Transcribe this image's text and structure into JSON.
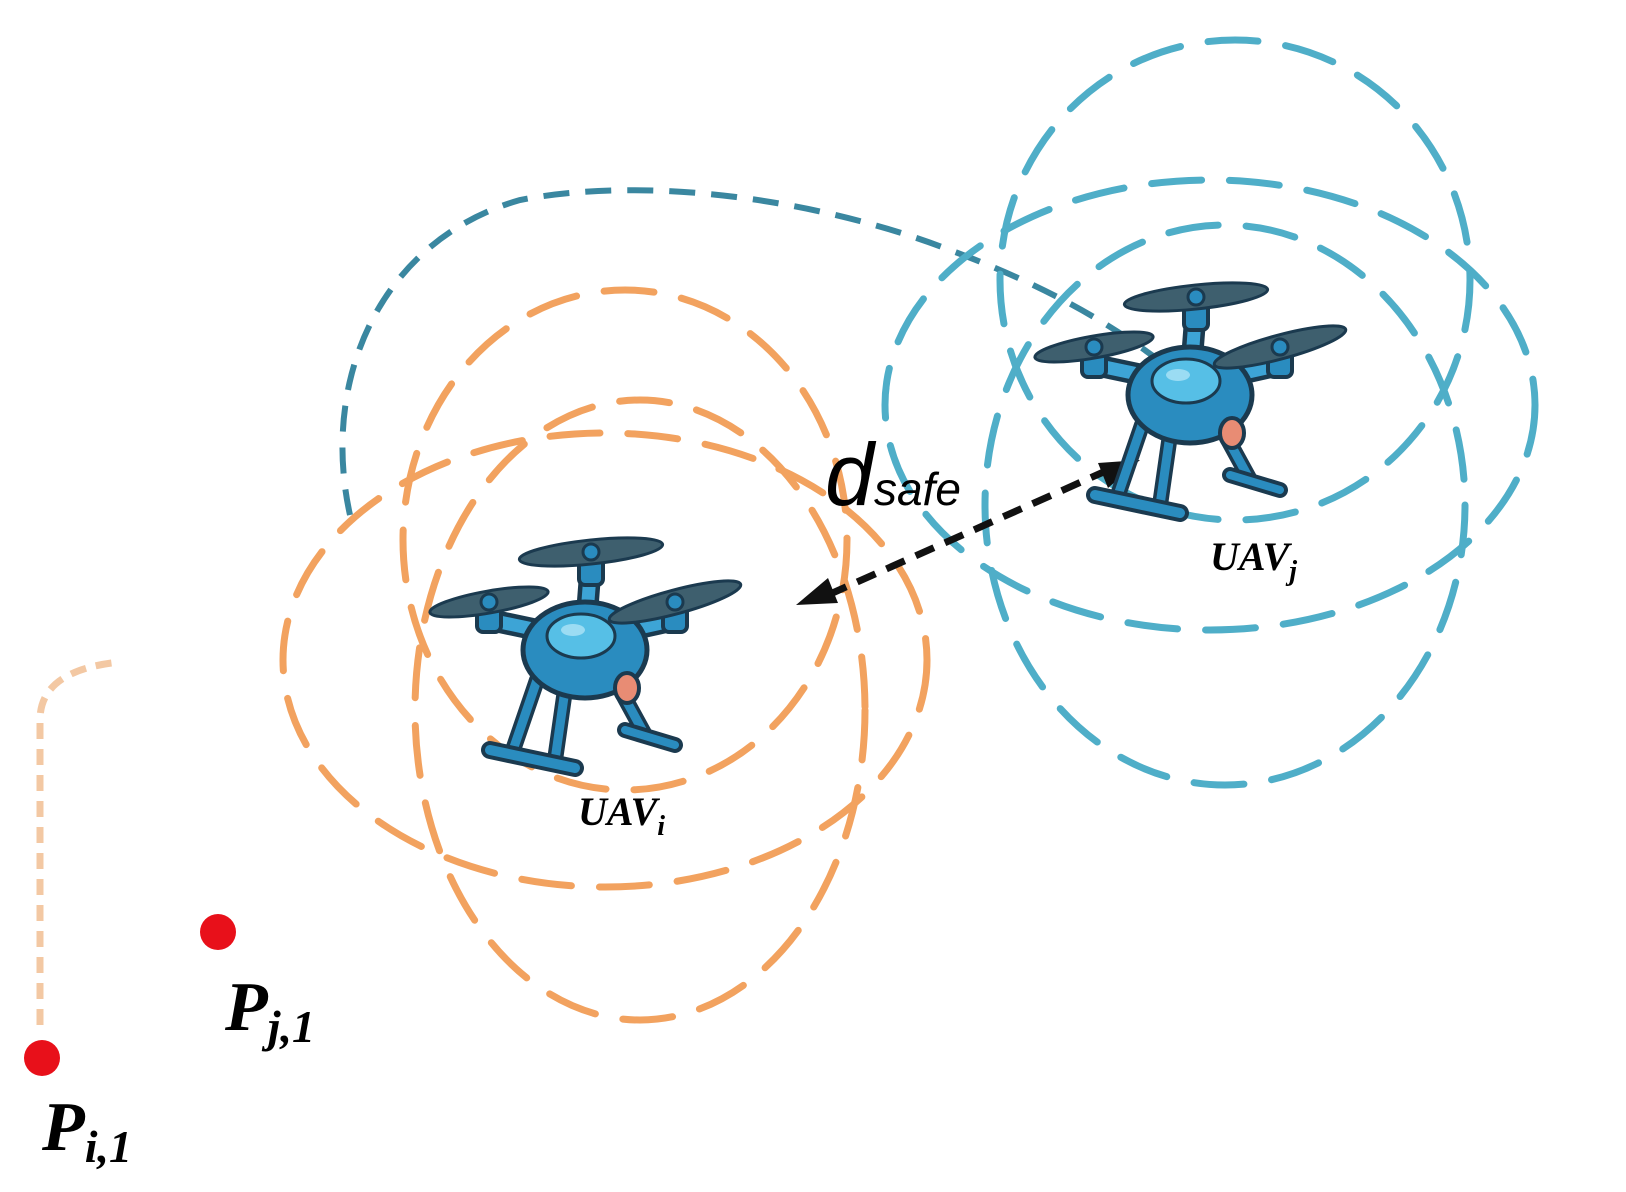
{
  "colors": {
    "orange": "#F2A25F",
    "orange_light": "#F3C8A3",
    "blue": "#4FAEC8",
    "blue_dark": "#3A87A0",
    "point_red": "#E8101A",
    "arrow": "#111111",
    "drone_body": "#2A8CBF",
    "drone_outline": "#1B3A4F",
    "propeller": "#3E5F6E"
  },
  "labels": {
    "d_safe_main": "d",
    "d_safe_sub": "safe",
    "uav_i_main": "UAV",
    "uav_i_sub": "i",
    "uav_j_main": "UAV",
    "uav_j_sub": "j",
    "p_j1_main": "P",
    "p_j1_sub": "j,1",
    "p_i1_main": "P",
    "p_i1_sub": "i,1"
  },
  "icons": {
    "uav_i": "quadcopter-drone-icon",
    "uav_j": "quadcopter-drone-icon"
  }
}
